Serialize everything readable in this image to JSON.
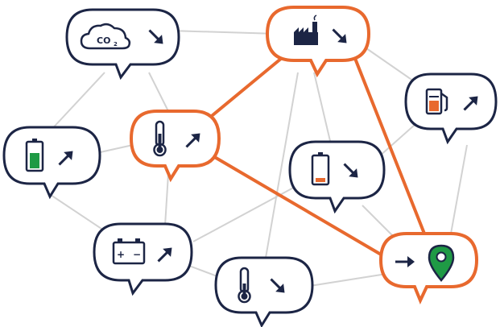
{
  "colors": {
    "navy": "#1c2545",
    "orange": "#e8692e",
    "green": "#1f9a45",
    "red": "#e8692e",
    "gray_line": "#d2d2d2"
  },
  "nodes": [
    {
      "id": "co2",
      "icon": "co2-cloud-icon",
      "trend": "down",
      "highlight": false
    },
    {
      "id": "factory",
      "icon": "factory-icon",
      "trend": "down",
      "highlight": true
    },
    {
      "id": "fuel",
      "icon": "fuel-pump-icon",
      "trend": "up",
      "highlight": false
    },
    {
      "id": "battery-full",
      "icon": "battery-full-icon",
      "trend": "up",
      "highlight": false
    },
    {
      "id": "temp-up",
      "icon": "thermometer-icon",
      "trend": "up",
      "highlight": true
    },
    {
      "id": "battery-low",
      "icon": "battery-low-icon",
      "trend": "down",
      "highlight": false
    },
    {
      "id": "car-battery",
      "icon": "car-battery-icon",
      "trend": "up",
      "highlight": false
    },
    {
      "id": "temp-down",
      "icon": "thermometer-icon",
      "trend": "down",
      "highlight": false
    },
    {
      "id": "location",
      "icon": "location-pin-icon",
      "trend": "right",
      "highlight": true
    }
  ],
  "labels": {
    "co2": "CO",
    "co2_sub": "2",
    "battery_plus": "+",
    "battery_minus": "−"
  }
}
